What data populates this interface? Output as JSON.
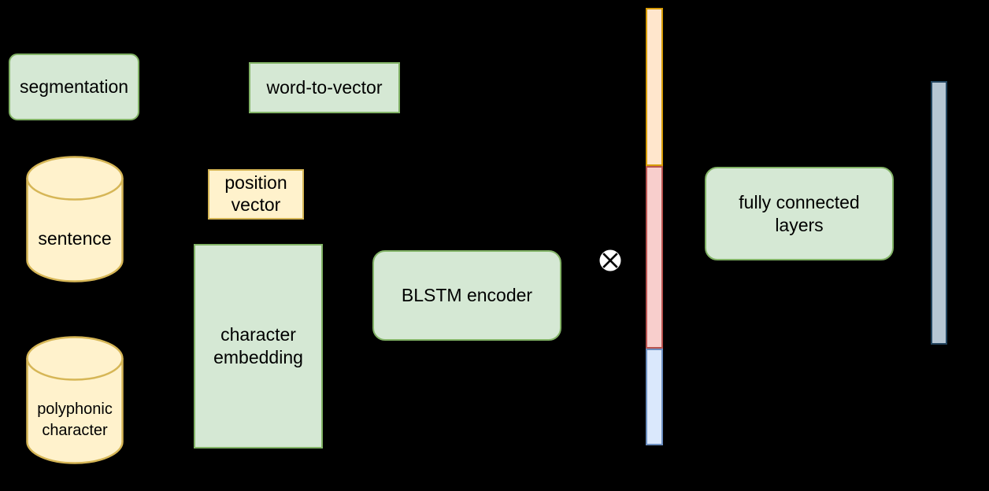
{
  "diagram": {
    "type": "flowchart",
    "background_color": "#000000",
    "palette": {
      "process_fill": "#d5e8d4",
      "process_stroke": "#82b366",
      "data_fill": "#fff2cc",
      "data_stroke": "#d6b656",
      "segment_orange_fill": "#ffe6cc",
      "segment_orange_stroke": "#d79b00",
      "segment_pink_fill": "#f8cecc",
      "segment_pink_stroke": "#b85450",
      "segment_blue_fill": "#dae8fc",
      "segment_blue_stroke": "#6c8ebf",
      "output_bar_fill": "#b6c6d3",
      "output_bar_stroke": "#23445e",
      "operator_fill": "#ffffff",
      "operator_stroke": "#000000",
      "text_color": "#000000"
    },
    "nodes": {
      "segmentation": {
        "label": "segmentation",
        "shape": "rounded-rect"
      },
      "word_to_vector": {
        "label": "word-to-vector",
        "shape": "rect"
      },
      "sentence_store": {
        "label": "sentence",
        "shape": "cylinder"
      },
      "position_vector": {
        "label": "position\nvector",
        "shape": "rect"
      },
      "character_embedding": {
        "label": "character\nembedding",
        "shape": "rect"
      },
      "polyphonic_store": {
        "label": "polyphonic\ncharacter",
        "shape": "cylinder"
      },
      "blstm_encoder": {
        "label": "BLSTM encoder",
        "shape": "rounded-rect"
      },
      "multiply_operator": {
        "symbol": "⊗",
        "shape": "circle-times"
      },
      "fully_connected": {
        "label": "fully connected\nlayers",
        "shape": "rounded-rect"
      }
    },
    "stacked_vector_bar": {
      "segments": [
        {
          "color_fill": "#ffe6cc",
          "color_stroke": "#d79b00"
        },
        {
          "color_fill": "#f8cecc",
          "color_stroke": "#b85450"
        },
        {
          "color_fill": "#dae8fc",
          "color_stroke": "#6c8ebf"
        }
      ]
    },
    "output_bar": {
      "color_fill": "#b6c6d3",
      "color_stroke": "#23445e"
    }
  }
}
